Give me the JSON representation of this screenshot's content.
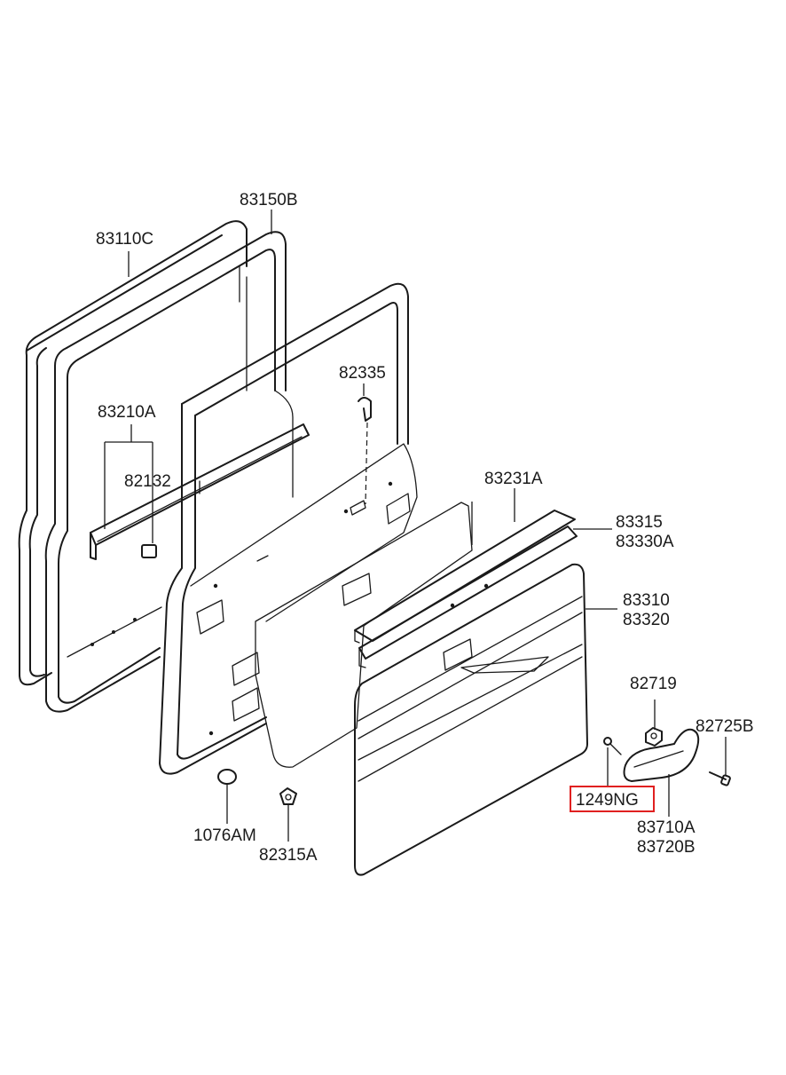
{
  "diagram": {
    "labels": {
      "p83110C": "83110C",
      "p83150B": "83150B",
      "p82335": "82335",
      "p83210A": "83210A",
      "p82132": "82132",
      "p83231A": "83231A",
      "p83315": "83315",
      "p83330A": "83330A",
      "p83310": "83310",
      "p83320": "83320",
      "p82719": "82719",
      "p82725B": "82725B",
      "p1249NG": "1249NG",
      "p83710A": "83710A",
      "p83720B": "83720B",
      "p1076AM": "1076AM",
      "p82315A": "82315A"
    },
    "highlight_color": "#e02020",
    "line_color": "#1a1a1a"
  }
}
